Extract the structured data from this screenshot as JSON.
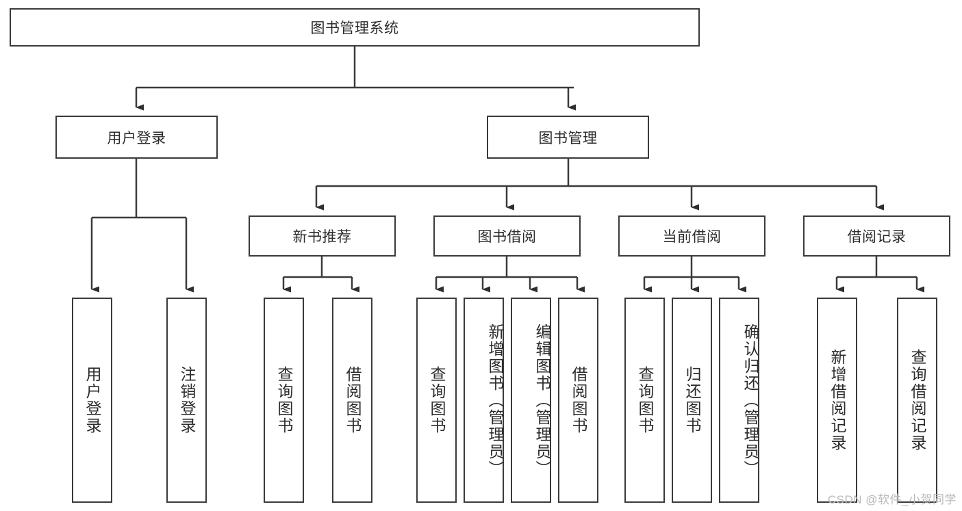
{
  "diagram": {
    "title": "图书管理系统",
    "type": "tree-hierarchy-diagram",
    "root": {
      "label": "图书管理系统"
    },
    "level2": [
      {
        "label": "用户登录"
      },
      {
        "label": "图书管理"
      }
    ],
    "level3": [
      {
        "label": "新书推荐"
      },
      {
        "label": "图书借阅"
      },
      {
        "label": "当前借阅"
      },
      {
        "label": "借阅记录"
      }
    ],
    "leaves": {
      "user_login": [
        {
          "label": "用户登录"
        },
        {
          "label": "注销登录"
        }
      ],
      "new_book_recommend": [
        {
          "label": "查询图书"
        },
        {
          "label": "借阅图书"
        }
      ],
      "book_borrow": [
        {
          "label": "查询图书"
        },
        {
          "label": "新增图书（管理员）"
        },
        {
          "label": "编辑图书（管理员）"
        },
        {
          "label": "借阅图书"
        }
      ],
      "current_borrow": [
        {
          "label": "查询图书"
        },
        {
          "label": "归还图书"
        },
        {
          "label": "确认归还（管理员）"
        }
      ],
      "borrow_record": [
        {
          "label": "新增借阅记录"
        },
        {
          "label": "查询借阅记录"
        }
      ]
    }
  },
  "watermark": {
    "text": "CSDN @软件_小贺同学"
  },
  "colors": {
    "stroke": "#3a3a3a",
    "text": "#2b2b2b",
    "background": "#ffffff",
    "watermark": "#b9b9b9"
  }
}
